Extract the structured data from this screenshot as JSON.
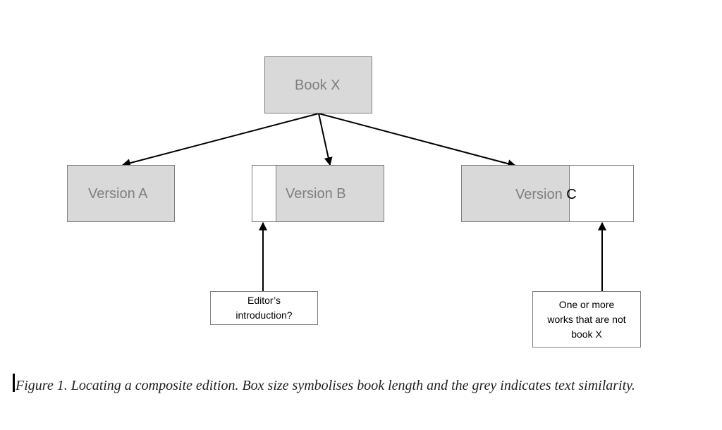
{
  "diagram": {
    "root": {
      "label": "Book X"
    },
    "versions": [
      {
        "label": "Version A"
      },
      {
        "label": "Version B"
      },
      {
        "label_prefix": "Version ",
        "label_suffix": "C"
      }
    ],
    "notes": {
      "editor_intro": [
        "Editor’s",
        "introduction?"
      ],
      "other_works": [
        "One or more",
        "works that are not",
        "book X"
      ]
    },
    "colors": {
      "similar_text": "#d9d9d9",
      "extra_text": "#ffffff",
      "border": "#7f7f7f",
      "arrow": "#000000"
    }
  },
  "caption": "Figure 1. Locating a composite edition. Box size symbolises book length and the grey indicates text similarity."
}
